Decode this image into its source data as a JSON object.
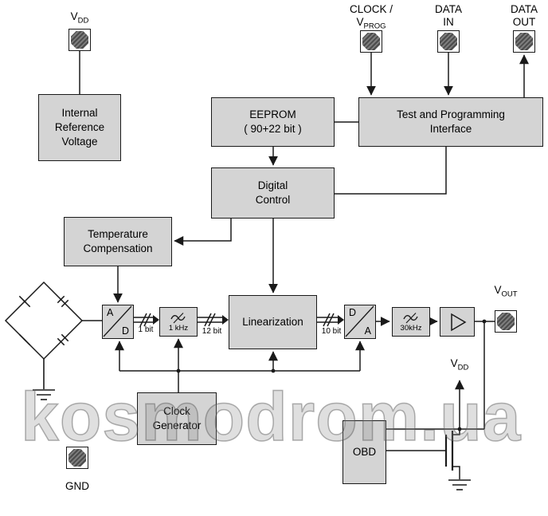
{
  "watermark": "kosmodrom.ua",
  "colors": {
    "background": "#ffffff",
    "block_fill": "#d4d4d4",
    "line": "#1a1a1a",
    "pad_core": "#5f5f5f"
  },
  "pads": {
    "vdd_top": {
      "main": "V",
      "sub": "DD"
    },
    "clock_vprog": {
      "line1": "CLOCK /",
      "main": "V",
      "sub": "PROG"
    },
    "data_in": {
      "line1": "DATA",
      "line2": "IN"
    },
    "data_out": {
      "line1": "DATA",
      "line2": "OUT"
    },
    "vout": {
      "main": "V",
      "sub": "OUT"
    },
    "vdd_right": {
      "main": "V",
      "sub": "DD"
    },
    "gnd": {
      "label": "GND"
    }
  },
  "blocks": {
    "internal_reference": {
      "line1": "Internal",
      "line2": "Reference",
      "line3": "Voltage"
    },
    "eeprom": {
      "line1": "EEPROM",
      "line2": "( 90+22 bit )"
    },
    "test_programming": {
      "line1": "Test and Programming",
      "line2": "Interface"
    },
    "digital_control": {
      "line1": "Digital",
      "line2": "Control"
    },
    "temperature_compensation": {
      "line1": "Temperature",
      "line2": "Compensation"
    },
    "linearization": {
      "label": "Linearization"
    },
    "clock_generator": {
      "line1": "Clock",
      "line2": "Generator"
    },
    "obd": {
      "label": "OBD"
    },
    "adc": {
      "top": "A",
      "bottom": "D"
    },
    "dac": {
      "top": "D",
      "bottom": "A"
    },
    "filter_1khz": {
      "label": "1 kHz"
    },
    "filter_30khz": {
      "label": "30kHz"
    }
  },
  "signals": {
    "bus1": "1 bit",
    "bus2": "12 bit",
    "bus3": "10 bit"
  }
}
